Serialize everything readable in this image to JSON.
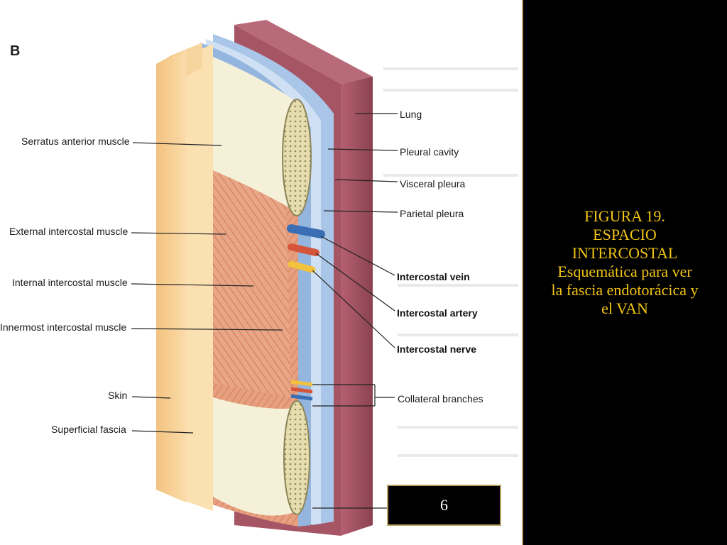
{
  "figure": {
    "panel_letter": "B",
    "labels": {
      "serratus": "Serratus anterior muscle",
      "external": "External intercostal muscle",
      "internal": "Internal intercostal muscle",
      "innermost": "Innermost intercostal muscle",
      "skin": "Skin",
      "superficial_fascia": "Superficial fascia",
      "lung": "Lung",
      "pleural_cavity": "Pleural cavity",
      "visceral_pleura": "Visceral pleura",
      "parietal_pleura": "Parietal pleura",
      "vein": "Intercostal vein",
      "artery": "Intercostal artery",
      "nerve": "Intercostal nerve",
      "collateral": "Collateral branches"
    },
    "colors": {
      "lung": "#9c4e5a",
      "pleura": "#a9c6e8",
      "muscle": "#e59a78",
      "skin": "#f6cf8e",
      "bone": "#e8e0b4",
      "vein": "#3a6fb4",
      "artery": "#d5553a",
      "nerve": "#f2c23c"
    }
  },
  "caption": {
    "line1": "FIGURA 19.",
    "line2": "ESPACIO",
    "line3": "INTERCOSTAL",
    "line4": "Esquemática para ver",
    "line5": "la fascia endotorácica y",
    "line6": "el VAN"
  },
  "page_number": "6"
}
